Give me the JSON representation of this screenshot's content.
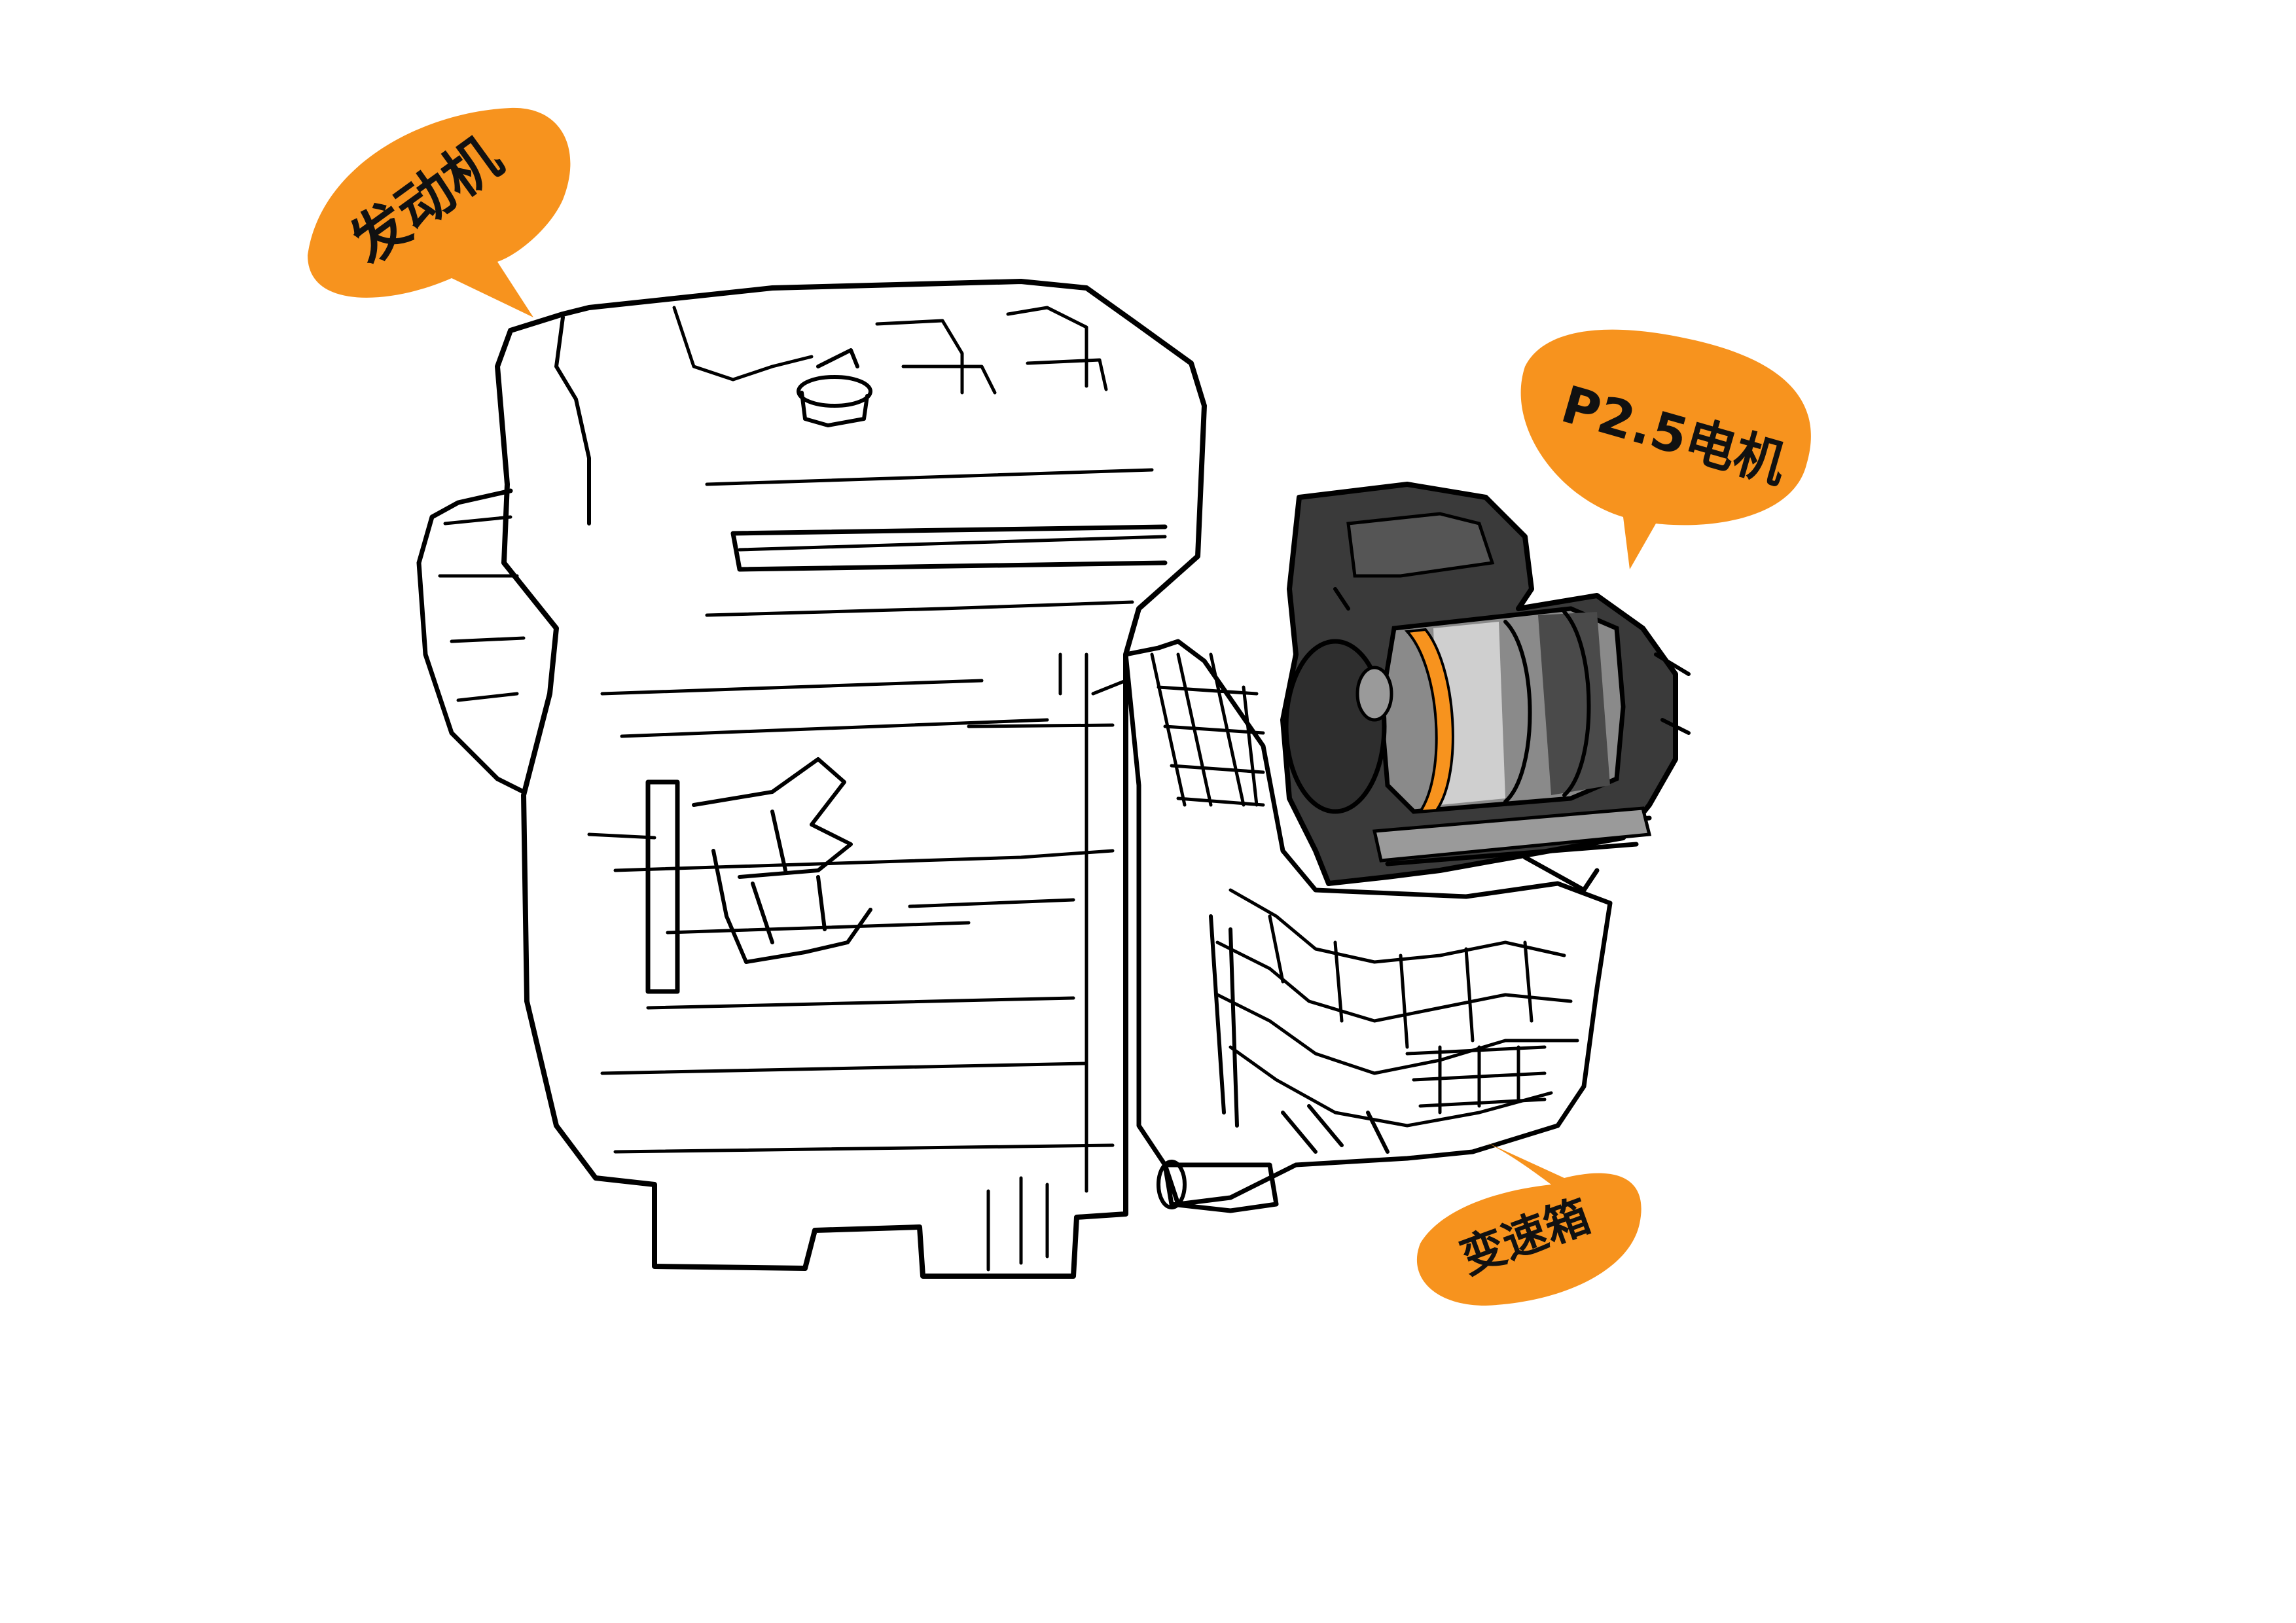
{
  "labels": {
    "engine": "发动机",
    "motor": "P2.5电机",
    "gearbox": "变速箱"
  },
  "colors": {
    "accent": "#f7931e",
    "ink": "#000000",
    "motor_body": "#3a3a3a",
    "motor_drum": "#7a7a7a",
    "background": "#ffffff"
  }
}
